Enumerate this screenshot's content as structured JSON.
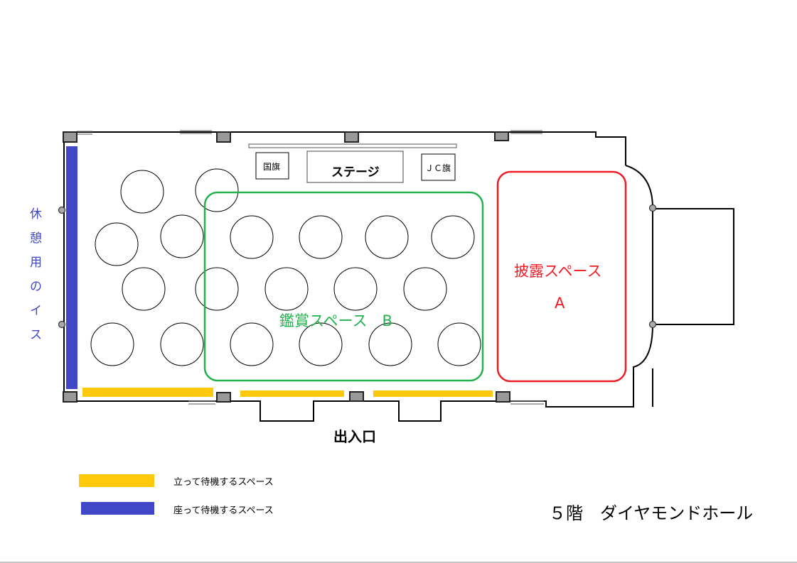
{
  "labels": {
    "stage": "ステージ",
    "national_flag": "国旗",
    "jc_flag": "ＪＣ旗",
    "space_a_line1": "披露スペース",
    "space_a_line2": "A",
    "space_b": "鑑賞スペース　B",
    "rest_chairs": [
      "休",
      "憩",
      "用",
      "の",
      "イ",
      "ス"
    ],
    "entrance": "出入口",
    "hall_name": "５階　ダイヤモンドホール"
  },
  "legend": [
    {
      "label": "立って待機するスペース",
      "color": "#ffc80a"
    },
    {
      "label": "座って待機するスペース",
      "color": "#4048c8"
    }
  ],
  "colors": {
    "space_a": "#ee1c25",
    "space_b": "#22b14c",
    "standing": "#ffc80a",
    "seated": "#4048c8"
  }
}
